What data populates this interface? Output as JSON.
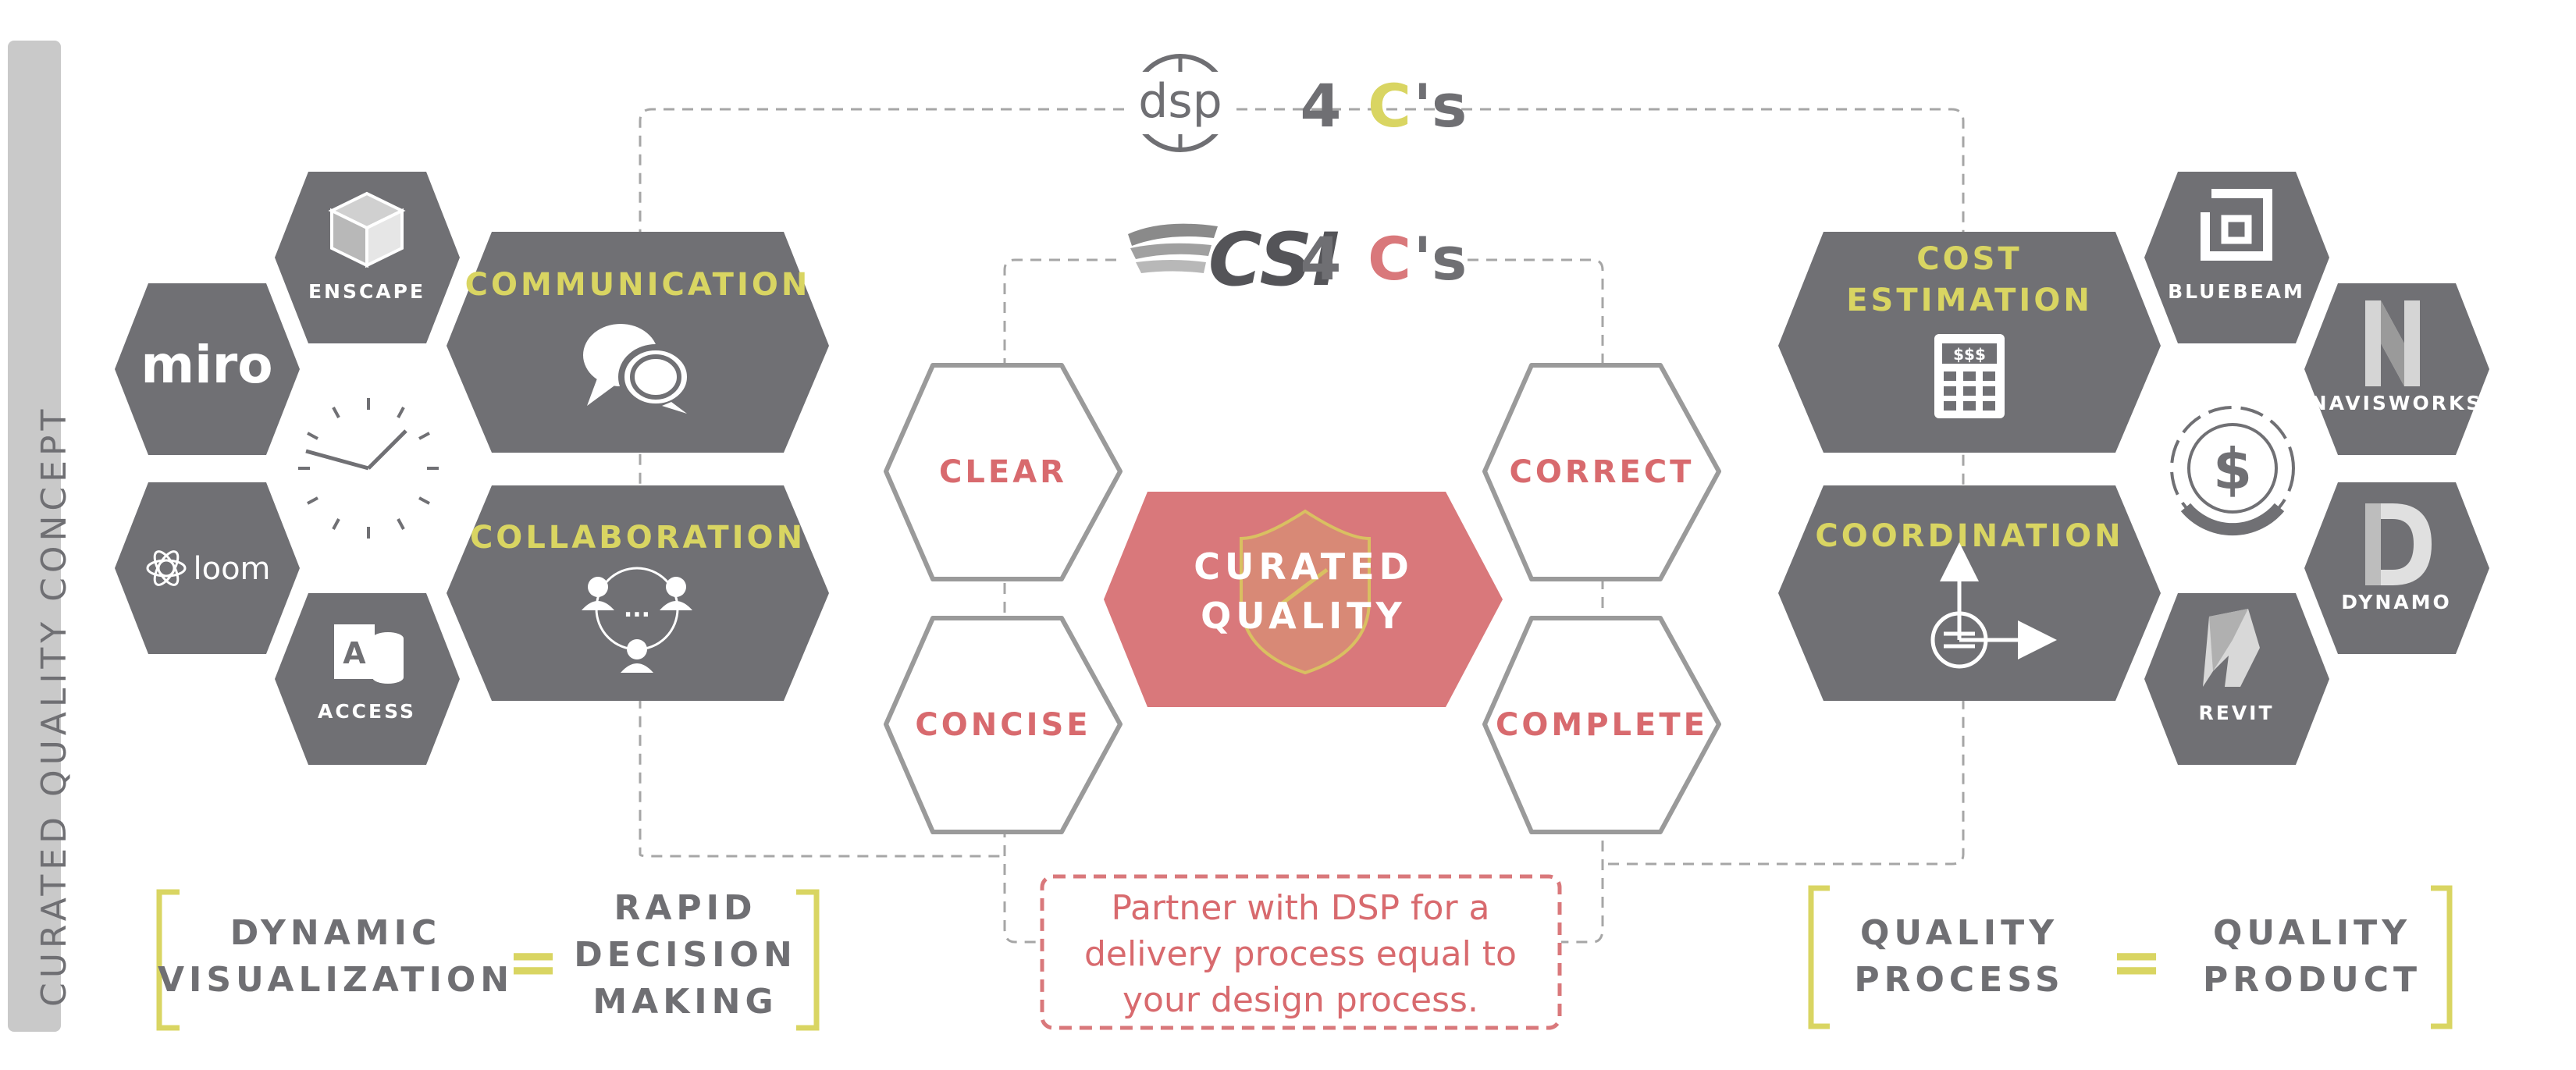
{
  "sidebar": {
    "label": "CURATED QUALITY CONCEPT"
  },
  "header": {
    "dsp_logo": "dsp",
    "dsp_title_num": "4",
    "dsp_title_c": "C",
    "dsp_title_s": "'s",
    "csi_logo": "CSI",
    "csi_title_num": "4",
    "csi_title_c": "C",
    "csi_title_s": "'s"
  },
  "left_tools": {
    "enscape": "ENSCAPE",
    "miro": "miro",
    "loom": "loom",
    "access": "ACCESS"
  },
  "left_hexes": {
    "communication": "COMMUNICATION",
    "collaboration": "COLLABORATION",
    "collab_dots": "..."
  },
  "center": {
    "clear": "CLEAR",
    "concise": "CONCISE",
    "correct": "CORRECT",
    "complete": "COMPLETE",
    "curated_line1": "CURATED",
    "curated_line2": "QUALITY"
  },
  "right_hexes": {
    "cost_line1": "COST",
    "cost_line2": "ESTIMATION",
    "calculator_label": "$$$",
    "coordination": "COORDINATION",
    "gear_symbol": "$"
  },
  "right_tools": {
    "bluebeam": "BLUEBEAM",
    "navisworks": "NAVISWORKS",
    "dynamo": "DYNAMO",
    "revit": "REVIT"
  },
  "bottom_left": {
    "left_line1": "DYNAMIC",
    "left_line2": "VISUALIZATION",
    "equals": "=",
    "right_line1": "RAPID",
    "right_line2": "DECISION",
    "right_line3": "MAKING"
  },
  "bottom_center": {
    "line1": "Partner with DSP for a",
    "line2": "delivery process equal to",
    "line3": "your design process."
  },
  "bottom_right": {
    "left_line1": "QUALITY",
    "left_line2": "PROCESS",
    "equals": "=",
    "right_line1": "QUALITY",
    "right_line2": "PRODUCT"
  },
  "colors": {
    "gray_hex": "#707074",
    "text_gray": "#6f6f73",
    "yellow": "#d9d562",
    "red": "#d9787b",
    "red_text": "#d86a6e",
    "outline": "#9a9a9a",
    "dashes": "#a6a6a6"
  }
}
